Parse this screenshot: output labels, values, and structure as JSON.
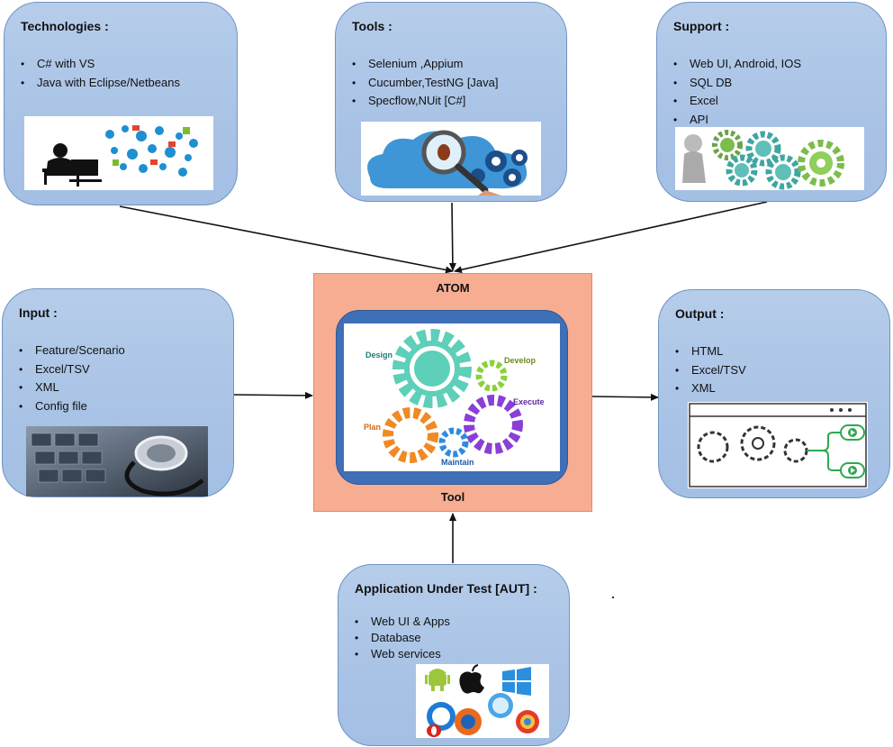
{
  "technologies": {
    "title": "Technologies :",
    "items": [
      "C# with VS",
      "Java with Eclipse/Netbeans"
    ]
  },
  "tools": {
    "title": "Tools :",
    "items": [
      "Selenium ,Appium",
      "Cucumber,TestNG  [Java]",
      "Specflow,NUit [C#]"
    ]
  },
  "support": {
    "title": "Support :",
    "items": [
      "Web UI, Android, IOS",
      "SQL DB",
      "Excel",
      "API"
    ]
  },
  "input": {
    "title": "Input :",
    "items": [
      "Feature/Scenario",
      "Excel/TSV",
      "XML",
      "Config file"
    ]
  },
  "output": {
    "title": "Output :",
    "items": [
      "HTML",
      "Excel/TSV",
      "XML"
    ]
  },
  "aut": {
    "title": "Application Under Test [AUT] :",
    "items": [
      "Web UI & Apps",
      "Database",
      "Web services"
    ]
  },
  "center": {
    "title": "ATOM",
    "footer": "Tool",
    "gear_labels": {
      "design": "Design",
      "develop": "Develop",
      "execute": "Execute",
      "plan": "Plan",
      "maintain": "Maintain"
    }
  },
  "colors": {
    "box_fill": "#b0c8e8",
    "box_border": "#6f93c6",
    "center_fill": "#f7ad91",
    "inner_fill": "#3f6fb6",
    "gear_teal": "#5ecfb8",
    "gear_green": "#8bd13a",
    "gear_purple": "#8a3fd6",
    "gear_orange": "#f08a24",
    "gear_blue": "#2f8be0"
  }
}
